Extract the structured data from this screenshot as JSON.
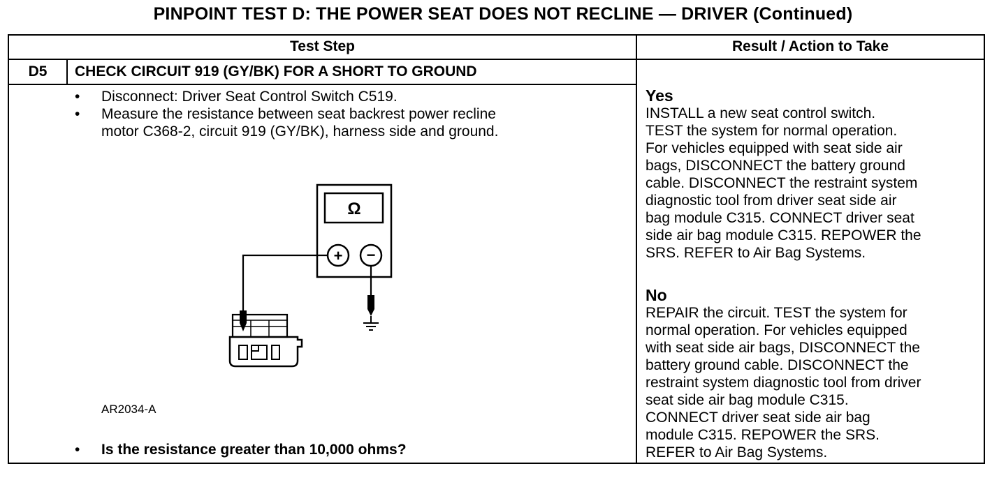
{
  "title": "PINPOINT TEST  D: THE POWER SEAT DOES NOT RECLINE — DRIVER (Continued)",
  "table": {
    "header_test_step": "Test Step",
    "header_result": "Result / Action to Take"
  },
  "step": {
    "id": "D5",
    "title": "CHECK CIRCUIT 919 (GY/BK) FOR A SHORT TO GROUND",
    "bullets": [
      "Disconnect: Driver Seat Control Switch C519.",
      "Measure the resistance between seat backrest power recline",
      "motor C368-2, circuit 919 (GY/BK), harness side and ground."
    ],
    "bullet_symbol": "•",
    "figure_id": "AR2034-A",
    "question": "Is the resistance greater than 10,000 ohms?"
  },
  "meter": {
    "symbol": "Ω",
    "plus": "+",
    "minus": "−"
  },
  "results": {
    "yes_label": "Yes",
    "yes_text": "INSTALL a new seat control switch.\nTEST the system for normal operation.\nFor vehicles equipped with seat side air\nbags, DISCONNECT the battery ground\ncable. DISCONNECT the  restraint system\ndiagnostic tool from driver seat side air\nbag module C315. CONNECT driver seat\nside air bag module C315. REPOWER the\nSRS. REFER to Air Bag Systems.",
    "no_label": "No",
    "no_text": "REPAIR the circuit. TEST the system for\nnormal operation. For vehicles equipped\nwith seat side air bags, DISCONNECT the\nbattery ground cable. DISCONNECT the\nrestraint system diagnostic tool from driver\nseat side air bag module C315.\nCONNECT  driver seat side air bag\nmodule C315. REPOWER the SRS.\nREFER to Air Bag Systems."
  }
}
